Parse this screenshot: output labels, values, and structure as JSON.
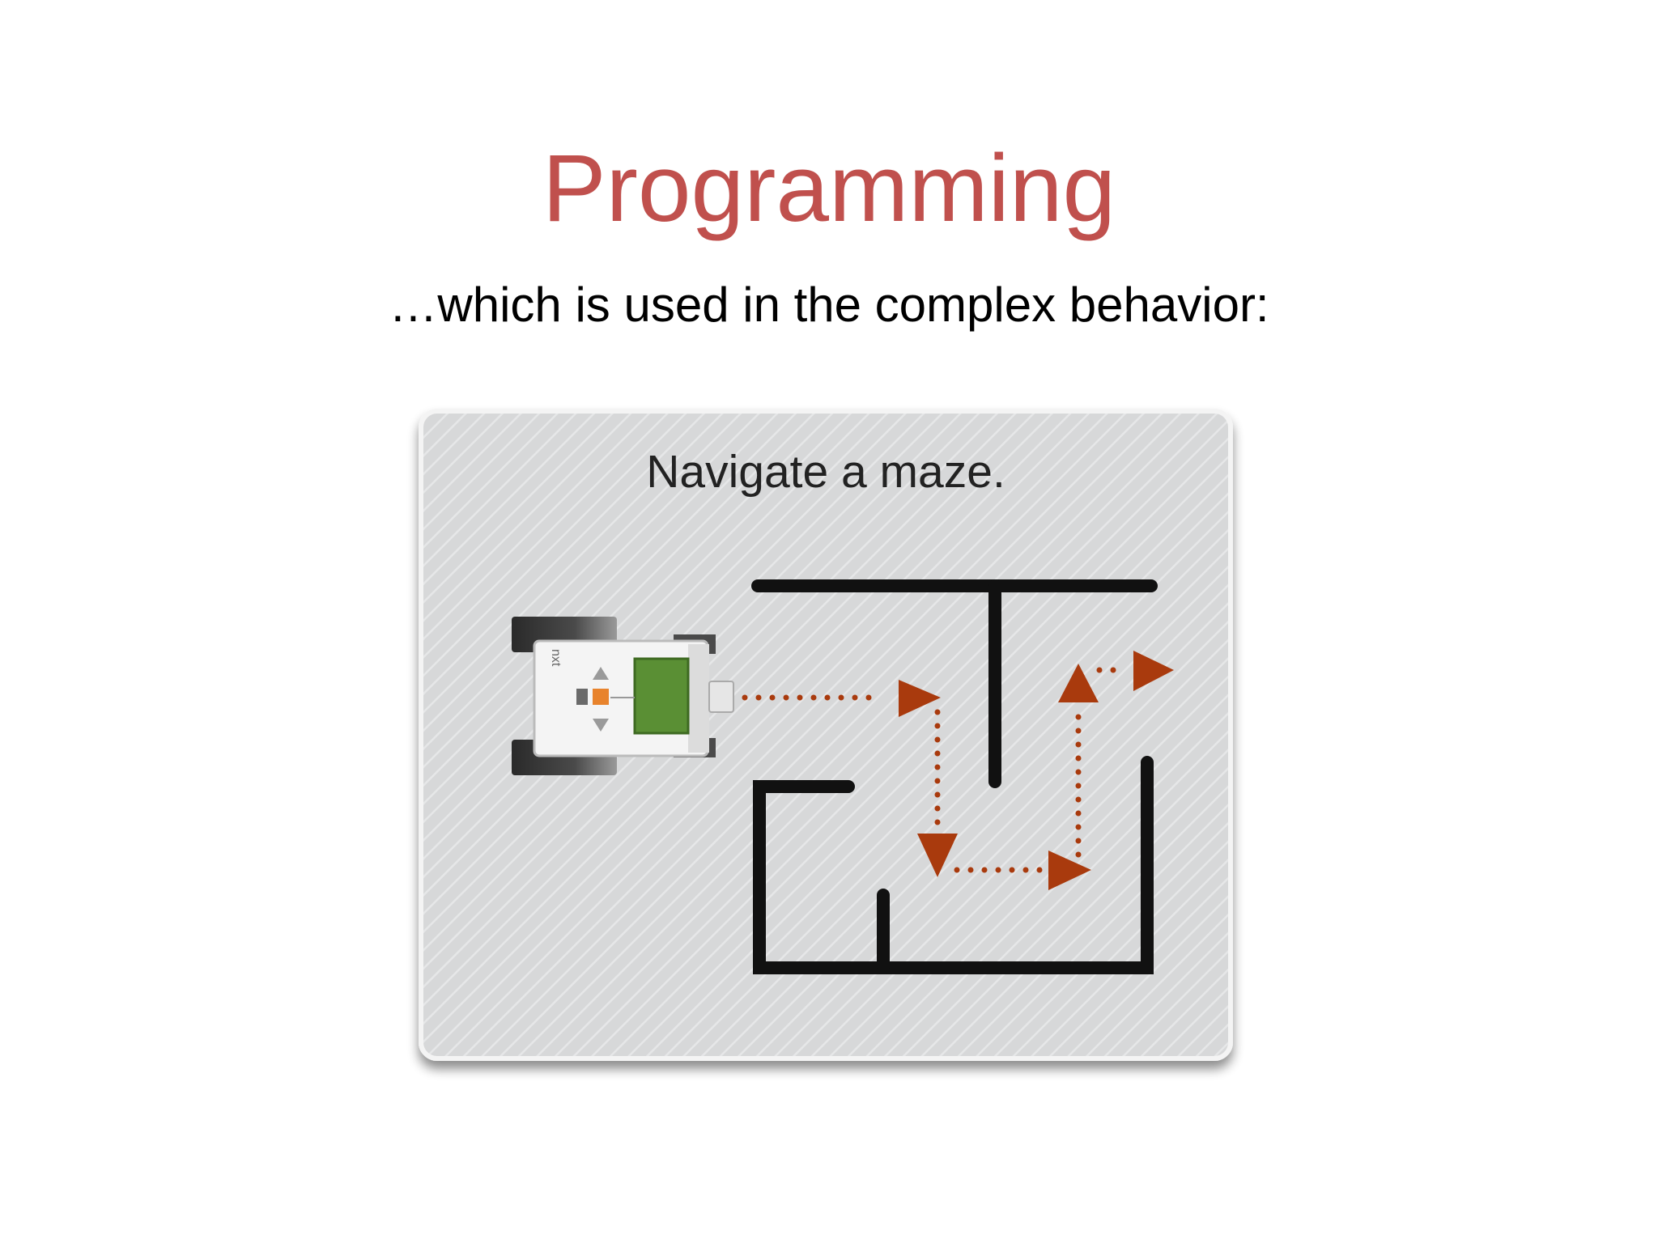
{
  "slide": {
    "title": "Programming",
    "subtitle": "…which is used in the complex behavior:"
  },
  "diagram": {
    "caption": "Navigate a maze.",
    "robot_label": "nxt",
    "colors": {
      "title": "#c0504d",
      "panel": "#d9dadb",
      "walls": "#111111",
      "path": "#a93a0d",
      "screen": "#5a8f34",
      "button": "#e8832c"
    },
    "icons": [
      "nxt-robot",
      "maze-walls",
      "direction-arrows"
    ]
  }
}
